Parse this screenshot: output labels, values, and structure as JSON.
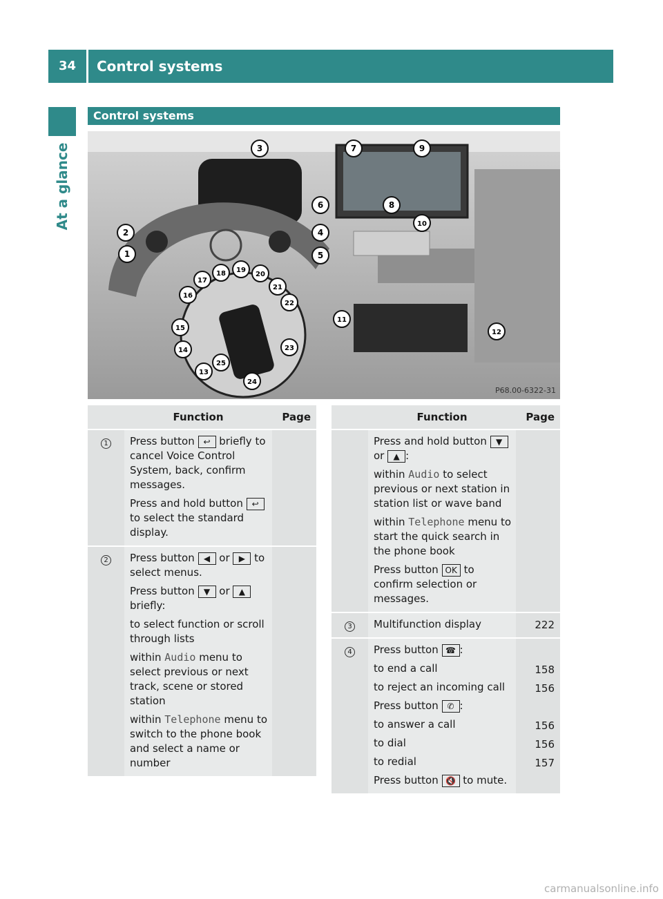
{
  "header": {
    "page_number": "34",
    "title": "Control systems"
  },
  "side": {
    "label": "At a glance"
  },
  "section": {
    "title": "Control systems"
  },
  "figure": {
    "code": "P68.00-6322-31",
    "callouts": [
      "1",
      "2",
      "3",
      "4",
      "5",
      "6",
      "7",
      "8",
      "9",
      "10",
      "11",
      "12",
      "13",
      "14",
      "15",
      "16",
      "17",
      "18",
      "19",
      "20",
      "21",
      "22",
      "23",
      "24",
      "25"
    ]
  },
  "table_left": {
    "headers": {
      "num": "",
      "function": "Function",
      "page": "Page"
    },
    "rows": [
      {
        "num": "1",
        "paras": [
          {
            "pre": "Press button ",
            "key": "↩",
            "post": " briefly to cancel Voice Control System, back, confirm messages."
          },
          {
            "pre": "Press and hold button ",
            "key": "↩",
            "post": " to select the standard display."
          }
        ],
        "page": ""
      },
      {
        "num": "2",
        "paras": [
          {
            "pre": "Press button ",
            "key": "◀",
            "mid": " or ",
            "key2": "▶",
            "post": " to select menus."
          },
          {
            "pre": "Press button ",
            "key": "▼",
            "mid": " or ",
            "key2": "▲",
            "post": " briefly:"
          },
          {
            "pre": "to select function or scroll through lists"
          },
          {
            "pre": "within ",
            "mono": "Audio",
            "post": " menu to select previous or next track, scene or stored station"
          },
          {
            "pre": "within ",
            "mono": "Telephone",
            "post": " menu to switch to the phone book and select a name or number"
          }
        ],
        "page": ""
      }
    ]
  },
  "table_right": {
    "headers": {
      "num": "",
      "function": "Function",
      "page": "Page"
    },
    "rows": [
      {
        "num": "",
        "paras": [
          {
            "pre": "Press and hold button ",
            "key": "▼",
            "mid": " or ",
            "key2": "▲",
            "post": ":"
          },
          {
            "pre": "within ",
            "mono": "Audio",
            "post": " to select previous or next station in station list or wave band"
          },
          {
            "pre": "within ",
            "mono": "Telephone",
            "post": " menu to start the quick search in the phone book"
          },
          {
            "pre": "Press button ",
            "key": "OK",
            "post": " to confirm selection or messages."
          }
        ],
        "page": ""
      },
      {
        "num": "3",
        "text": "Multifunction display",
        "page": "222"
      },
      {
        "num": "4",
        "lines": [
          {
            "pre": "Press button ",
            "key": "☎",
            "post": ":",
            "page": ""
          },
          {
            "pre": "to end a call",
            "page": "158"
          },
          {
            "pre": "to reject an incoming call",
            "page": "156"
          },
          {
            "pre": "Press button ",
            "key": "✆",
            "post": ":",
            "page": ""
          },
          {
            "pre": "to answer a call",
            "page": "156"
          },
          {
            "pre": "to dial",
            "page": "156"
          },
          {
            "pre": "to redial",
            "page": "157"
          },
          {
            "pre": "Press button ",
            "key": "🔇",
            "post": " to mute.",
            "page": ""
          }
        ]
      }
    ]
  },
  "watermark": "carmanualsonline.info"
}
